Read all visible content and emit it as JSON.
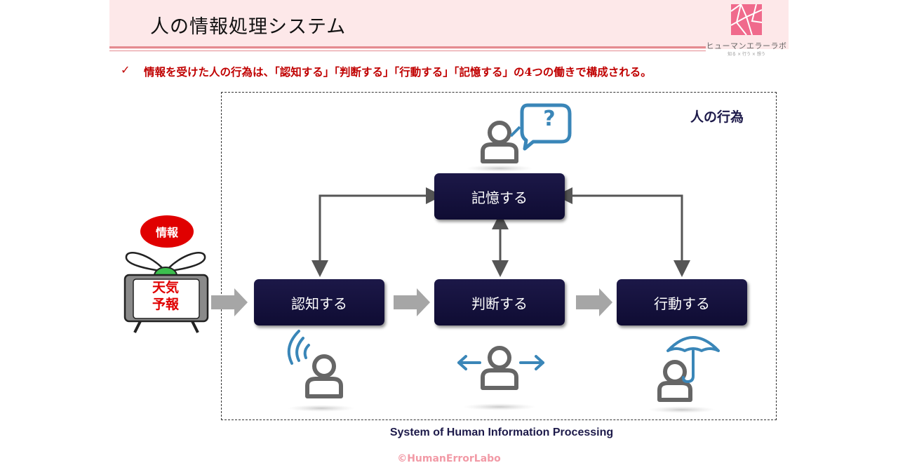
{
  "header": {
    "title": "人の情報処理システム",
    "logo_text": "ヒューマンエラーラボ",
    "logo_sub": "知る × 行う × 想う"
  },
  "bullet": {
    "mark": "✓",
    "text": "情報を受けた人の行為は、「認知する」「判断する」「行動する」「記憶する」の4つの働きで構成される。"
  },
  "diagram": {
    "frame_label": "人の行為",
    "input_badge": "情報",
    "tv_text_line1": "天気",
    "tv_text_line2": "予報",
    "nodes": {
      "memory": "記憶する",
      "recognize": "認知する",
      "judge": "判断する",
      "act": "行動する"
    },
    "question_mark": "?",
    "caption": "System of Human Information Processing"
  },
  "footer": {
    "copyright": "©HumanErrorLabo"
  },
  "colors": {
    "header_bg": "#fde8e9",
    "rule": "#e48a90",
    "accent_red": "#c00000",
    "node_fill": "#15123f",
    "arrow_gray": "#a6a6a6",
    "icon_blue": "#3a86b8",
    "copyright": "#f29aa6"
  }
}
